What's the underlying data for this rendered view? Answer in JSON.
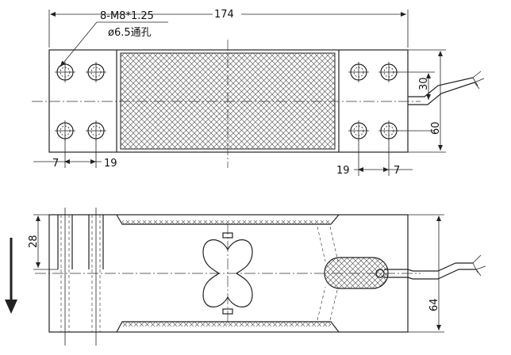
{
  "drawing": {
    "top_view": {
      "overall_length": "174",
      "hole_note_line1": "8-M8*1.25",
      "hole_note_line2": "ø6.5通孔",
      "dim_left_edge": "7",
      "dim_left_pitch": "19",
      "dim_right_pitch": "19",
      "dim_right_edge": "7",
      "dim_hole_spacing": "30",
      "dim_width": "60"
    },
    "side_view": {
      "dim_thread_depth": "28",
      "dim_height": "64"
    }
  },
  "colors": {
    "line": "#222222",
    "mesh": "#444444",
    "background": "#ffffff"
  },
  "icons": [
    "load-direction-arrow-icon"
  ]
}
